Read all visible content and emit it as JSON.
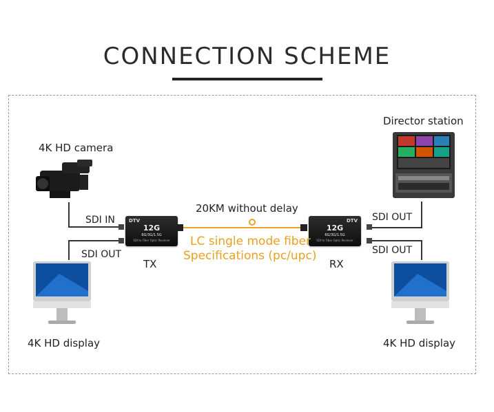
{
  "title": "CONNECTION SCHEME",
  "labels": {
    "camera": "4K HD camera",
    "director": "Director station",
    "display_left": "4K HD display",
    "display_right": "4K HD display",
    "sdi_in": "SDI IN",
    "sdi_out_left": "SDI OUT",
    "sdi_out_right_top": "SDI OUT",
    "sdi_out_right_bottom": "SDI OUT",
    "tx": "TX",
    "rx": "RX",
    "distance": "20KM without delay",
    "fiber_line1": "LC single mode fiber",
    "fiber_line2": "Specifications (pc/upc)"
  },
  "tx_device": {
    "brand": "DTV",
    "rate": "12G",
    "sub": "6G/3G/1.5G",
    "tiny": "SDI to Fiber Optic Receiver"
  },
  "rx_device": {
    "brand": "DTV",
    "rate": "12G",
    "sub": "6G/3G/1.5G",
    "tiny": "SDI to Fiber Optic Receiver"
  },
  "colors": {
    "fiber": "#e8a021",
    "wire": "#333333",
    "device": "#111111"
  }
}
